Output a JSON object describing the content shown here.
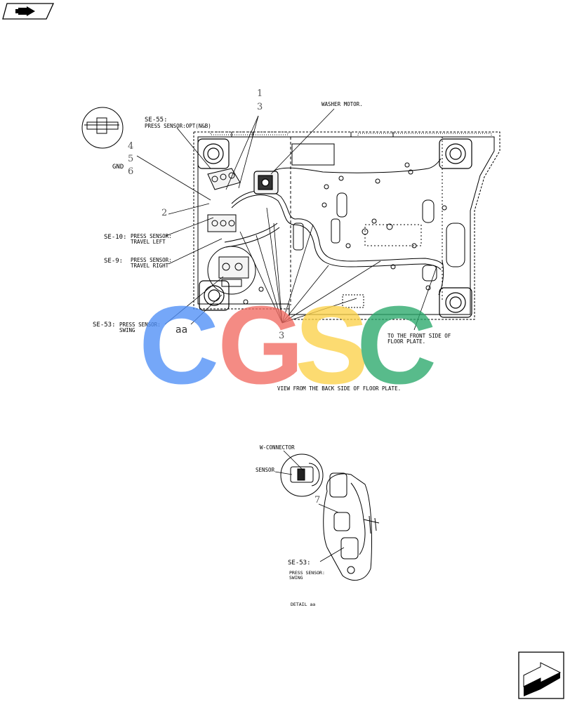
{
  "labels": {
    "se55_code": "SE-55:",
    "se55_desc": "PRESS SENSOR:OPT(N&B)",
    "gnd": "GND",
    "se10_code": "SE-10:",
    "se10_desc1": "PRESS SENSOR:",
    "se10_desc2": "TRAVEL LEFT",
    "se9_code": "SE-9:",
    "se9_desc1": "PRESS SENSOR:",
    "se9_desc2": "TRAVEL RIGHT",
    "se53_code": "SE-53:",
    "se53_desc1": "PRESS SENSOR:",
    "se53_desc2": "SWING",
    "washer": "WASHER MOTOR.",
    "front1": "TO THE FRONT SIDE OF",
    "front2": "FLOOR PLATE.",
    "view": "VIEW FROM THE BACK SIDE OF FLOOR PLATE.",
    "aa": "aa",
    "w_connector": "W-CONNECTOR",
    "sensor": "SENSOR",
    "detail_se53_code": "SE-53:",
    "detail_se53_desc1": "PRESS SENSOR:",
    "detail_se53_desc2": "SWING",
    "detail": "DETAIL aa"
  },
  "callouts": {
    "n1": "1",
    "n3_top": "3",
    "n4": "4",
    "n5": "5",
    "n6": "6",
    "n2": "2",
    "n3_bottom": "3",
    "n7": "7"
  },
  "watermark": {
    "c1": "C",
    "g": "G",
    "s": "S",
    "c2": "C",
    "colors": [
      "#4f8ff7",
      "#f26b62",
      "#fcd24a",
      "#2aa86b"
    ]
  },
  "icons": [
    "book-icon",
    "next-page-icon"
  ]
}
